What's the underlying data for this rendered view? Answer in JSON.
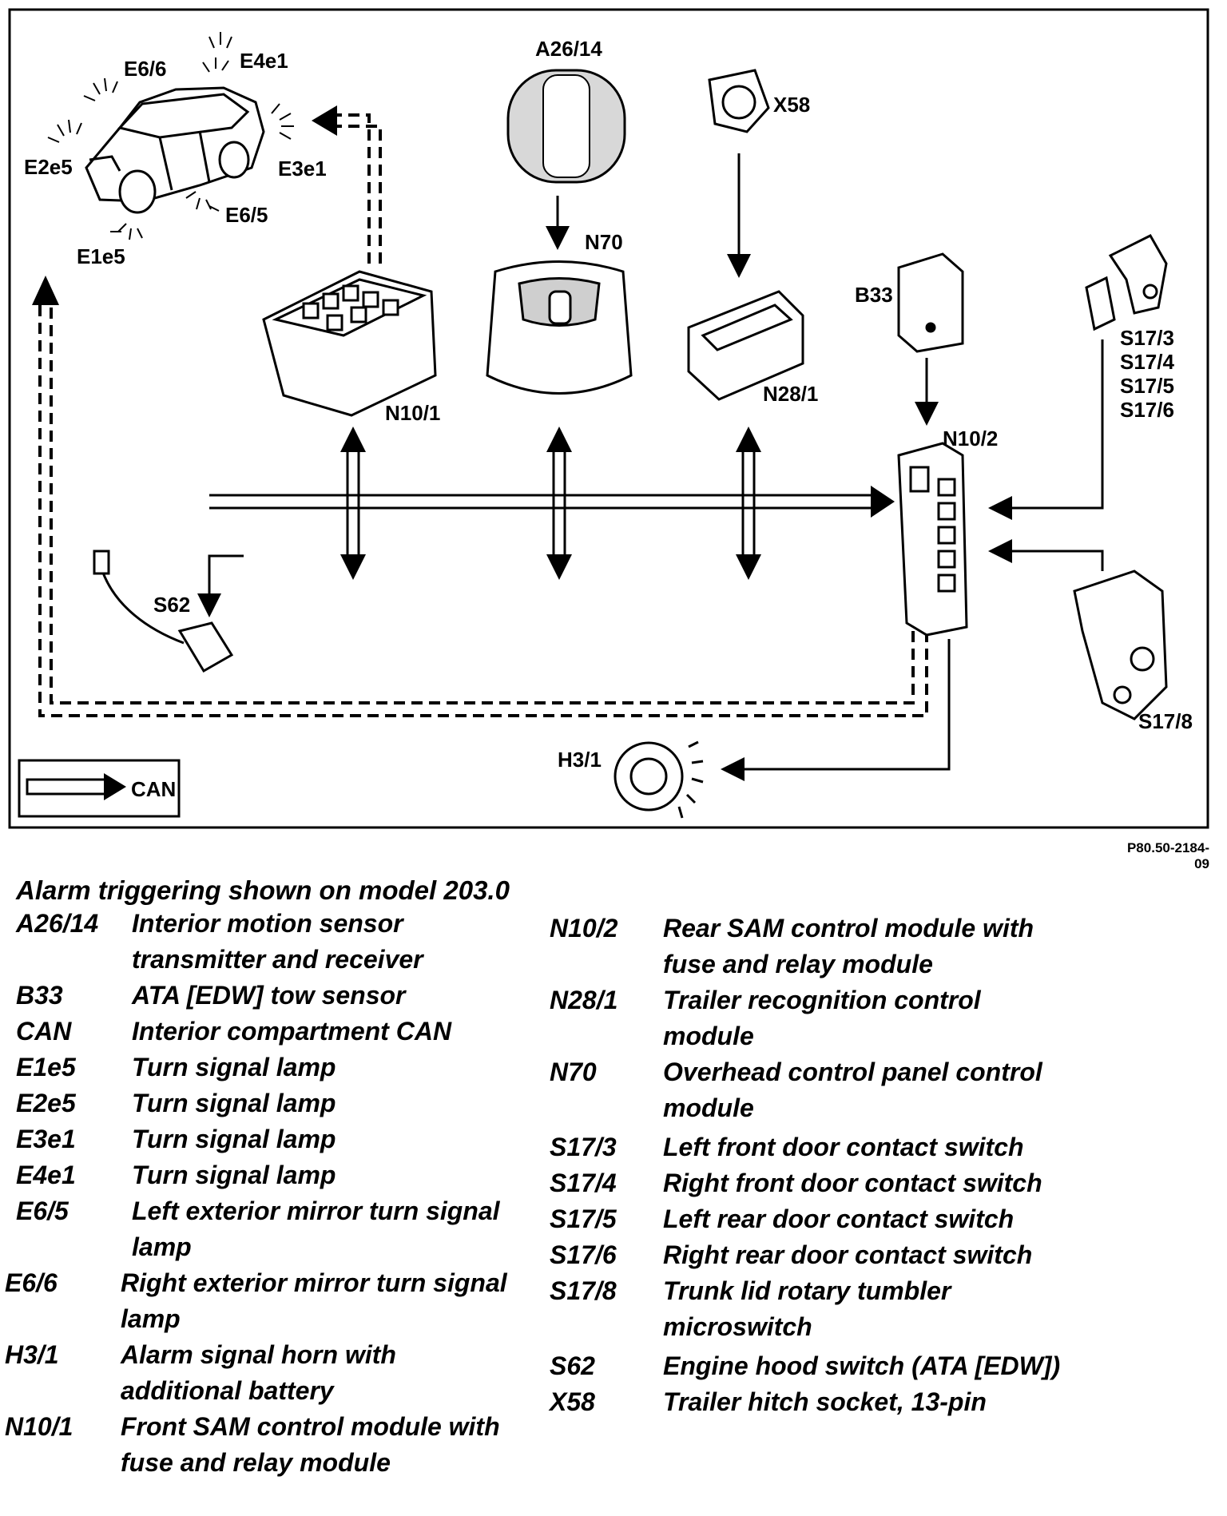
{
  "diagram": {
    "labels": {
      "a2614": "A26/14",
      "x58": "X58",
      "e66": "E6/6",
      "e4e1": "E4e1",
      "e2e5": "E2e5",
      "e3e1": "E3e1",
      "e65": "E6/5",
      "e1e5": "E1e5",
      "n70": "N70",
      "b33": "B33",
      "n101": "N10/1",
      "n281": "N28/1",
      "n102": "N10/2",
      "s173": "S17/3",
      "s174": "S17/4",
      "s175": "S17/5",
      "s176": "S17/6",
      "s62": "S62",
      "s178": "S17/8",
      "h31": "H3/1",
      "can_key": "CAN"
    },
    "ref_number": "P80.50-2184-09"
  },
  "legend": {
    "title": "Alarm triggering shown on model 203.0",
    "left": [
      {
        "code": "A26/14",
        "desc1": "Interior motion sensor",
        "desc2": "transmitter and receiver"
      },
      {
        "code": "B33",
        "desc1": "ATA [EDW] tow sensor",
        "desc2": ""
      },
      {
        "code": "CAN",
        "desc1": "Interior compartment CAN",
        "desc2": ""
      },
      {
        "code": "E1e5",
        "desc1": "Turn signal lamp",
        "desc2": ""
      },
      {
        "code": "E2e5",
        "desc1": "Turn signal lamp",
        "desc2": ""
      },
      {
        "code": "E3e1",
        "desc1": "Turn signal lamp",
        "desc2": ""
      },
      {
        "code": "E4e1",
        "desc1": "Turn signal lamp",
        "desc2": ""
      },
      {
        "code": "E6/5",
        "desc1": "Left exterior mirror turn signal",
        "desc2": "lamp"
      },
      {
        "code": "E6/6",
        "desc1": "Right exterior mirror turn signal",
        "desc2": "lamp"
      },
      {
        "code": "H3/1",
        "desc1": "Alarm signal horn with",
        "desc2": "additional battery"
      },
      {
        "code": "N10/1",
        "desc1": "Front SAM control module with",
        "desc2": "fuse and relay module"
      }
    ],
    "right": [
      {
        "code": "N10/2",
        "desc1": "Rear SAM control module with",
        "desc2": "fuse and relay module"
      },
      {
        "code": "N28/1",
        "desc1": "Trailer recognition control",
        "desc2": "module"
      },
      {
        "code": "N70",
        "desc1": "Overhead control panel control",
        "desc2": "module"
      },
      {
        "code": "S17/3",
        "desc1": "Left front door contact switch",
        "desc2": ""
      },
      {
        "code": "S17/4",
        "desc1": "Right front door contact switch",
        "desc2": ""
      },
      {
        "code": "S17/5",
        "desc1": "Left rear door contact switch",
        "desc2": ""
      },
      {
        "code": "S17/6",
        "desc1": "Right rear door contact switch",
        "desc2": ""
      },
      {
        "code": "S17/8",
        "desc1": "Trunk lid rotary tumbler",
        "desc2": "microswitch"
      },
      {
        "code": "S62",
        "desc1": "Engine hood switch (ATA [EDW])",
        "desc2": ""
      },
      {
        "code": "X58",
        "desc1": "Trailer hitch socket, 13-pin",
        "desc2": ""
      }
    ]
  }
}
